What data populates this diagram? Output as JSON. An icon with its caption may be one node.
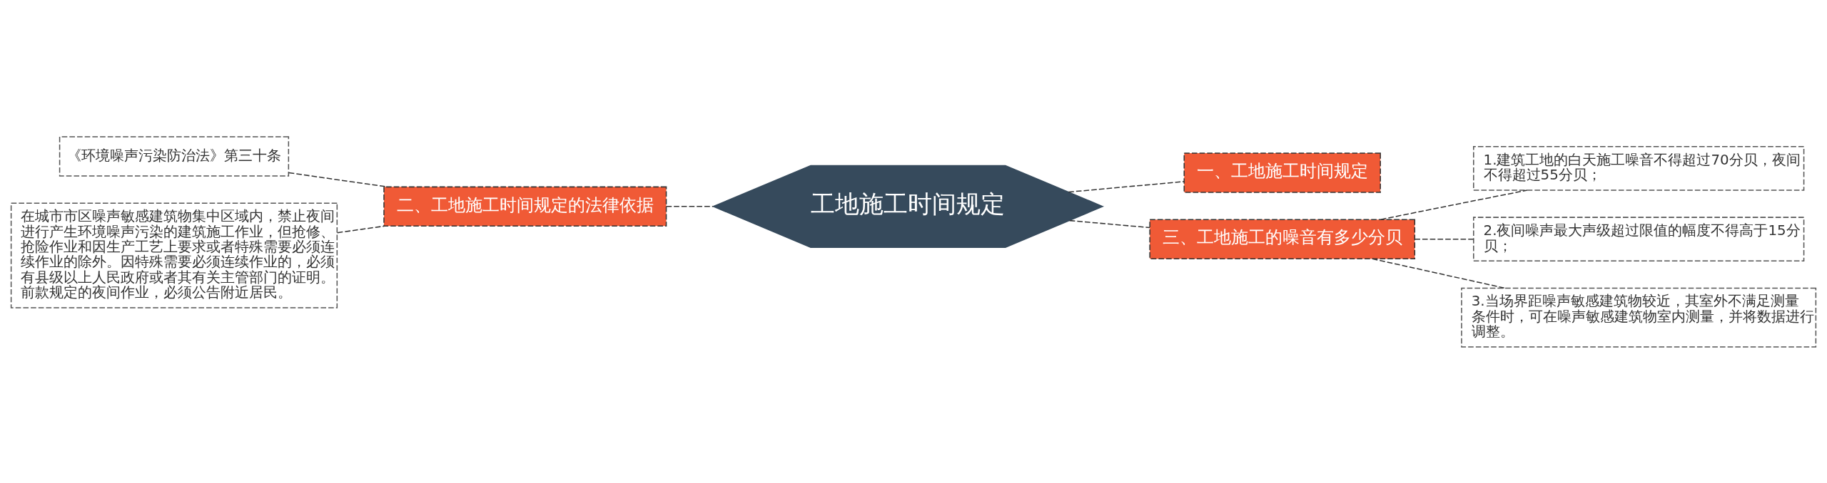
{
  "diagram": {
    "nodes": [
      {
        "text": [
          "工地施工时间规定"
        ]
      },
      {
        "text": [
          "一、工地施工时间规定"
        ]
      },
      {
        "text": [
          "二、工地施工时间规定的法律依据"
        ]
      },
      {
        "text": [
          "《环境噪声污染防治法》第三十条"
        ]
      },
      {
        "text": [
          "在城市市区噪声敏感建筑物集中区域内，禁止夜间进行产生环境噪声污染的建筑施工作业，但抢修、抢险作业和因生产工艺上要求或者特殊需要必须连续作业的除外。因特殊需要必须连续作业的，必须有县级以上人民政府或者其有关主管部门的证明。前款规定的夜间作业，必须公告附近居民。"
        ]
      },
      {
        "text": [
          "三、工地施工的噪音有多少分贝"
        ]
      },
      {
        "text": [
          "1.建筑工地的白天施工噪音不得超过70分贝，夜间不得超过55分贝；"
        ]
      },
      {
        "text": [
          "2.夜间噪声最大声级超过限值的幅度不得高于15分贝；"
        ]
      },
      {
        "text": [
          "3.当场界距噪声敏感建筑物较近，其室外不满足测量条件时，可在噪声敏感建筑物室内测量，并将数据进行调整。"
        ]
      }
    ],
    "edges": [
      {
        "from": 3,
        "to": 2,
        "arrow": "none",
        "style": "dashed"
      },
      {
        "from": 4,
        "to": 2,
        "arrow": "none",
        "style": "dashed"
      },
      {
        "from": 2,
        "to": 0,
        "arrow": "none",
        "style": "dashed"
      },
      {
        "from": 0,
        "to": 1,
        "arrow": "none",
        "style": "dashed"
      },
      {
        "from": 0,
        "to": 5,
        "arrow": "none",
        "style": "dashed"
      },
      {
        "from": 5,
        "to": 6,
        "arrow": "none",
        "style": "dashed"
      },
      {
        "from": 5,
        "to": 7,
        "arrow": "none",
        "style": "dashed"
      },
      {
        "from": 5,
        "to": 8,
        "arrow": "none",
        "style": "dashed"
      }
    ]
  }
}
